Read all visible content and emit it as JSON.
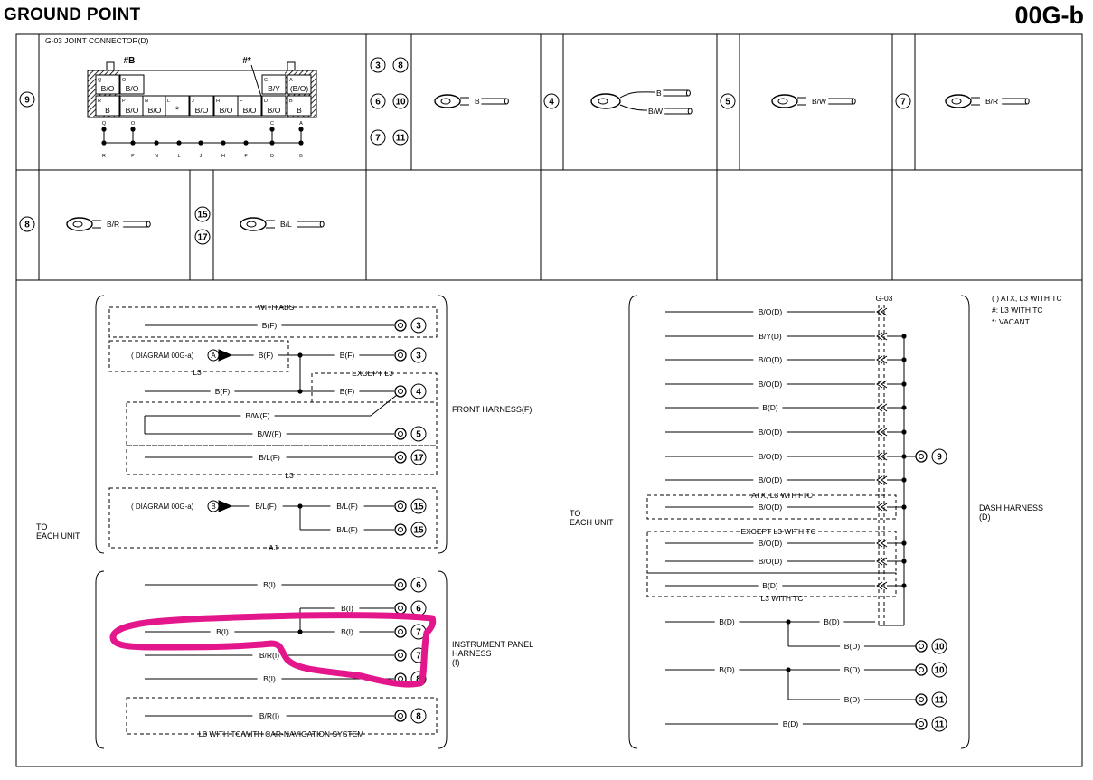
{
  "header": {
    "title": "GROUND POINT",
    "page": "00G-b"
  },
  "connector": {
    "title": "G-03 JOINT CONNECTOR(D)",
    "ref": "9",
    "mark_b": "#B",
    "mark_star": "#*",
    "cells_top": [
      {
        "pin": "Q",
        "wire": "B/O"
      },
      {
        "pin": "O",
        "wire": "B/O"
      },
      {
        "pin": "C",
        "wire": "B/Y"
      },
      {
        "pin": "A",
        "wire": "(B/O)"
      }
    ],
    "cells_bottom": [
      {
        "pin": "R",
        "wire": "B"
      },
      {
        "pin": "P",
        "wire": "B/O"
      },
      {
        "pin": "N",
        "wire": "B/O"
      },
      {
        "pin": "L",
        "wire": "*"
      },
      {
        "pin": "J",
        "wire": "B/O"
      },
      {
        "pin": "H",
        "wire": "B/O"
      },
      {
        "pin": "F",
        "wire": "B/O"
      },
      {
        "pin": "D",
        "wire": "B/O"
      },
      {
        "pin": "B",
        "wire": "B"
      }
    ],
    "bus_top_labels": [
      "Q",
      "O",
      "C",
      "A"
    ],
    "bus_bottom_labels": [
      "R",
      "P",
      "N",
      "L",
      "J",
      "H",
      "F",
      "D",
      "B"
    ]
  },
  "ground_terminals": [
    {
      "refs": [
        "3",
        "8",
        "6",
        "10",
        "7",
        "11"
      ],
      "wire": "B"
    },
    {
      "refs": [
        "4"
      ],
      "wires": [
        "B",
        "B/W"
      ]
    },
    {
      "refs": [
        "5"
      ],
      "wire": "B/W"
    },
    {
      "refs": [
        "7"
      ],
      "wire": "B/R"
    },
    {
      "refs": [
        "8"
      ],
      "wire": "B/R"
    },
    {
      "refs": [
        "15",
        "17"
      ],
      "wire": "B/L"
    }
  ],
  "left_diagram": {
    "to_each_unit": "TO\nEACH UNIT",
    "with_abs": "WITH ABS",
    "l3": "L3",
    "except_l3": "EXCEPT L3",
    "aj": "AJ",
    "diagram_ref": "( DIAGRAM 00G-a)",
    "connector_a": "A",
    "connector_b": "B",
    "front_harness": "FRONT HARNESS(F)",
    "instrument_harness": "INSTRUMENT PANEL\nHARNESS\n(I)",
    "l3_tc_nav": "L3 WITH TC/WITH CAR-NAVIGATION SYSTEM",
    "wires": {
      "r1": "B(F)",
      "r2a": "B(F)",
      "r2b": "B(F)",
      "r3a": "B(F)",
      "r3b": "B(F)",
      "r4": "B/W(F)",
      "r5": "B/W(F)",
      "r6": "B/L(F)",
      "r7a": "B/L(F)",
      "r7b": "B/L(F)",
      "r8": "B/L(F)",
      "r9": "B(I)",
      "r10": "B(I)",
      "r11a": "B(I)",
      "r11b": "B(I)",
      "r12": "B/R(I)",
      "r13": "B(I)",
      "r14": "B/R(I)"
    },
    "refs": {
      "r1": "3",
      "r2": "3",
      "r3": "4",
      "r5": "5",
      "r6": "17",
      "r7": "15",
      "r8": "15",
      "r9": "6",
      "r10": "6",
      "r11": "7",
      "r12": "7",
      "r13": "8",
      "r14": "8"
    }
  },
  "right_diagram": {
    "g03": "G-03",
    "legend": [
      "( ) ATX, L3 WITH TC",
      "#: L3 WITH TC",
      "*: VACANT"
    ],
    "to_each_unit": "TO\nEACH UNIT",
    "dash_harness": "DASH HARNESS\n(D)",
    "atx_l3_tc": "ATX, L3 WITH TC",
    "except_l3_tc": "EXCEPT L3 WITH TC",
    "l3_with_tc": "L3 WITH TC",
    "bus_wires": [
      "B/O(D)",
      "B/Y(D)",
      "B/O(D)",
      "B/O(D)",
      "B(D)",
      "B/O(D)",
      "B/O(D)",
      "B/O(D)",
      "B/O(D)",
      "B/O(D)",
      "B/O(D)",
      "B(D)"
    ],
    "bus_ref": "9",
    "g1": {
      "in": "B(D)",
      "a": "B(D)",
      "b": "B(D)",
      "ref_b": "10"
    },
    "g2": {
      "in": "B(D)",
      "a": "B(D)",
      "b": "B(D)",
      "ref_a": "10",
      "ref_b": "11"
    },
    "last": {
      "wire": "B(D)",
      "ref": "11"
    }
  },
  "colors": {
    "line": "#000000",
    "highlight": "#e4168c",
    "hatch": "#000000"
  }
}
